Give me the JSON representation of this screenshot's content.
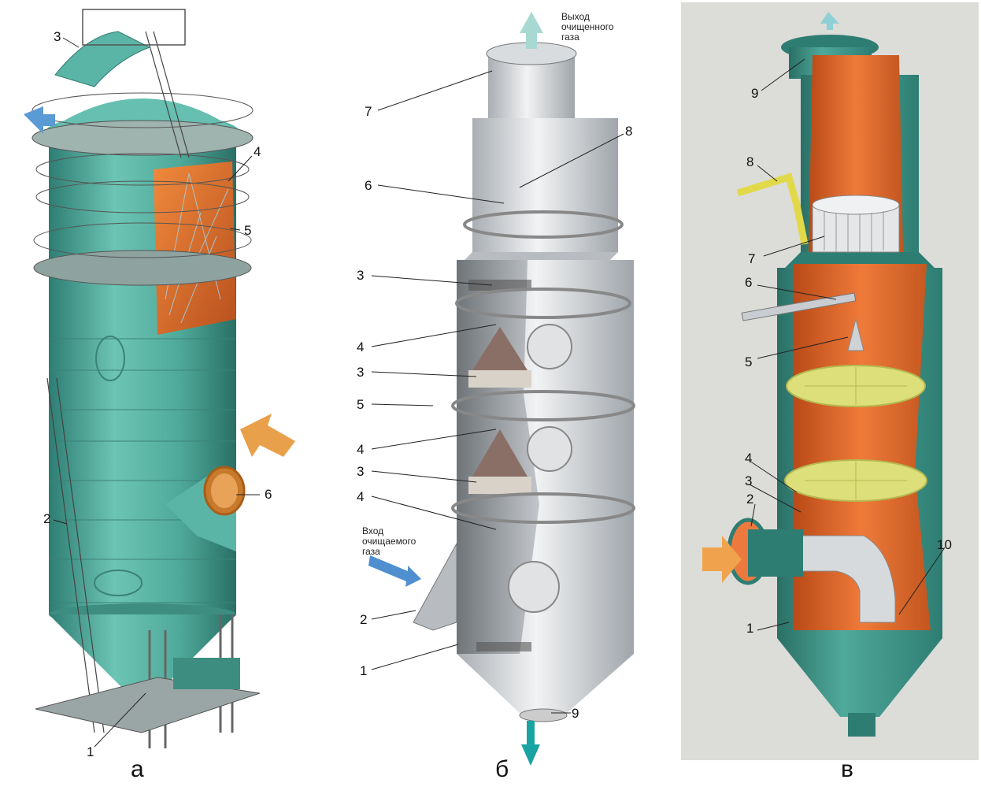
{
  "panels": [
    {
      "letter": "а",
      "callouts": [
        "1",
        "2",
        "3",
        "4",
        "5",
        "6"
      ]
    },
    {
      "letter": "б",
      "callouts": [
        "1",
        "2",
        "3",
        "3",
        "3",
        "4",
        "4",
        "4",
        "5",
        "6",
        "7",
        "8",
        "9"
      ],
      "outlet_caption": [
        "Выход",
        "очищенного",
        "газа"
      ],
      "inlet_caption": [
        "Вход",
        "очищаемого",
        "газа"
      ]
    },
    {
      "letter": "в",
      "callouts": [
        "1",
        "2",
        "3",
        "4",
        "5",
        "6",
        "7",
        "8",
        "9",
        "10"
      ]
    }
  ],
  "colors": {
    "vessel_teal": "#4fa99a",
    "vessel_teal_dark": "#2e7d73",
    "interior_orange": "#e06a2c",
    "steel_gray": "#c9cdd1",
    "arrow_orange": "#e8a04a",
    "arrow_blue": "#4f8fcf",
    "arrow_cyan": "#1aa3a3",
    "grid_yellow": "#dcdf7a"
  }
}
